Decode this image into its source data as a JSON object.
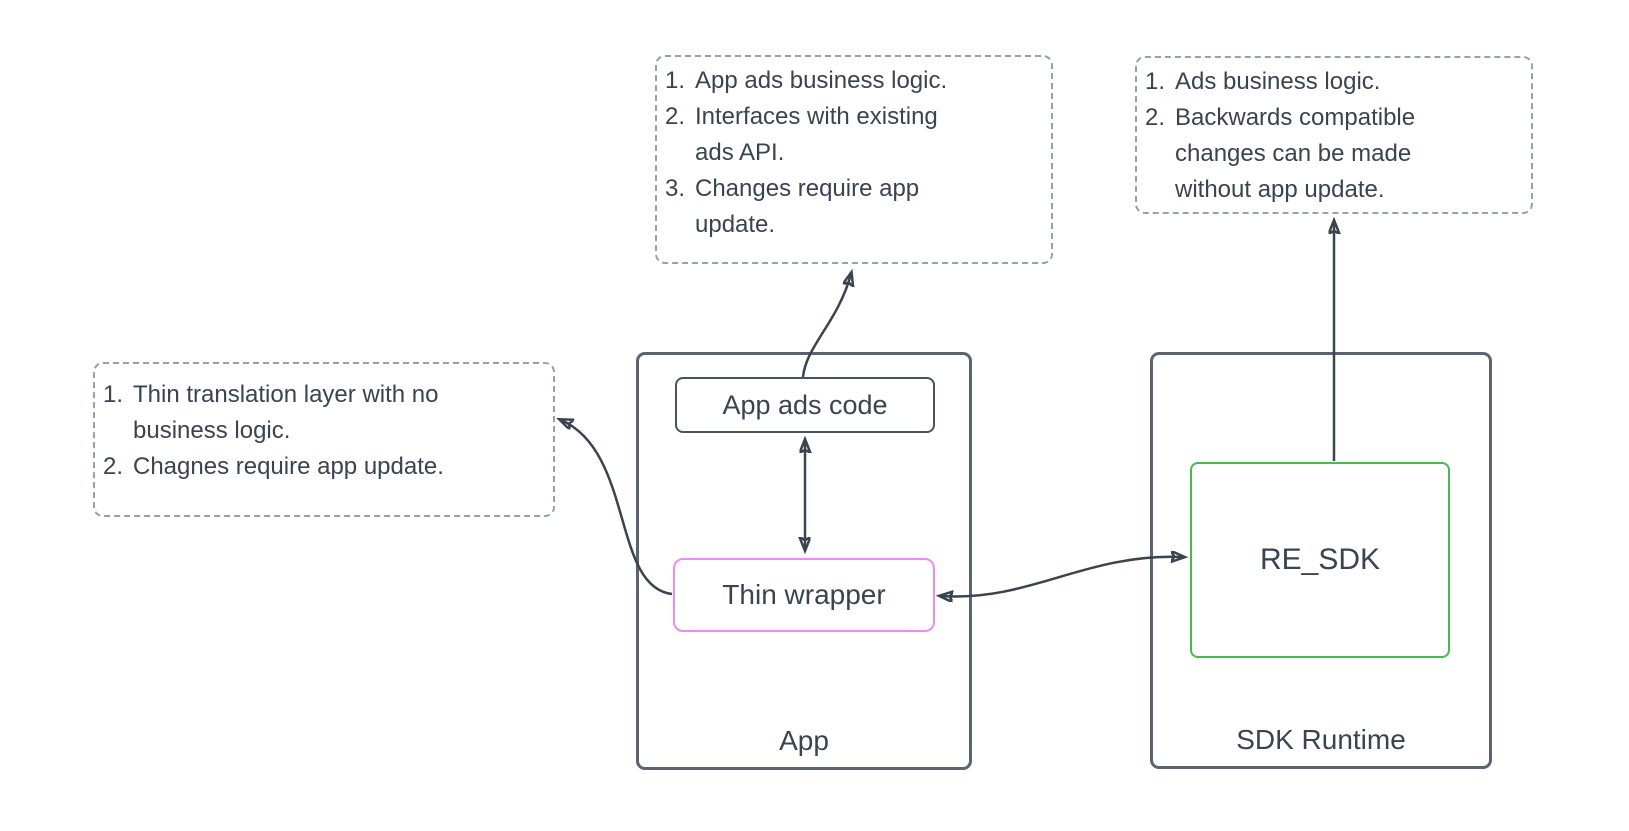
{
  "diagram": {
    "kind": "architecture-diagram",
    "colors": {
      "background": "#ffffff",
      "text": "#3a4350",
      "arrow": "#3a4350",
      "note_border": "#9aa0a8",
      "container_border": "#5b6370",
      "app_ads_code_border": "#4b525e",
      "thin_wrapper_border": "#ea8cf3",
      "re_sdk_border": "#44bb4e"
    },
    "containers": {
      "app": {
        "label": "App"
      },
      "sdk_runtime": {
        "label": "SDK Runtime"
      }
    },
    "nodes": {
      "app_ads_code": {
        "label": "App ads code"
      },
      "thin_wrapper": {
        "label": "Thin wrapper"
      },
      "re_sdk": {
        "label": "RE_SDK"
      }
    },
    "notes": {
      "top_center": {
        "items": [
          {
            "num": "1.",
            "text": "App ads business logic."
          },
          {
            "num": "2.",
            "text": "Interfaces with existing ads API."
          },
          {
            "num": "3.",
            "text": "Changes require app update."
          }
        ]
      },
      "top_right": {
        "items": [
          {
            "num": "1.",
            "text": "Ads business logic."
          },
          {
            "num": "2.",
            "text": "Backwards compatible changes can be made without app update."
          }
        ]
      },
      "left": {
        "items": [
          {
            "num": "1.",
            "text": "Thin translation layer with no business logic."
          },
          {
            "num": "2.",
            "text": "Chagnes require app update."
          }
        ]
      }
    },
    "edges": [
      {
        "from": "app_ads_code",
        "to": "note_top_center",
        "shape": "curved",
        "heads": "end"
      },
      {
        "from": "app_ads_code",
        "to": "thin_wrapper",
        "shape": "straight",
        "heads": "both"
      },
      {
        "from": "thin_wrapper",
        "to": "note_left",
        "shape": "curved",
        "heads": "end"
      },
      {
        "from": "thin_wrapper",
        "to": "re_sdk",
        "shape": "curved",
        "heads": "both"
      },
      {
        "from": "re_sdk",
        "to": "note_top_right",
        "shape": "straight",
        "heads": "end"
      }
    ]
  }
}
